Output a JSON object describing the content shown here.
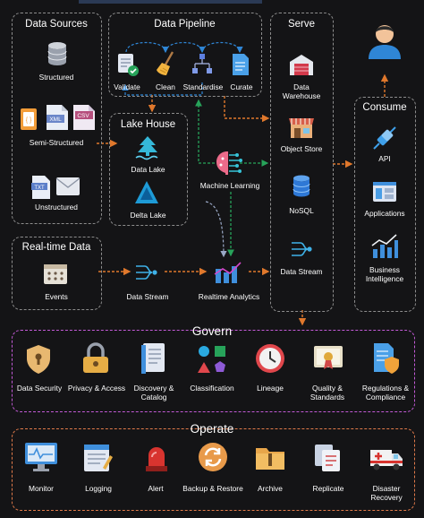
{
  "data_sources": {
    "title": "Data Sources",
    "structured": "Structured",
    "semi_structured": "Semi-Structured",
    "unstructured": "Unstructured",
    "file_badges": [
      "XML",
      "CSV",
      "TXT"
    ]
  },
  "pipeline": {
    "title": "Data Pipeline",
    "steps": [
      "Validate",
      "Clean",
      "Standardise",
      "Curate"
    ]
  },
  "lake_house": {
    "title": "Lake House",
    "items": [
      "Data Lake",
      "Delta Lake"
    ]
  },
  "machine_learning": "Machine Learning",
  "serve": {
    "title": "Serve",
    "items": [
      "Data\nWarehouse",
      "Object Store",
      "NoSQL",
      "Data Stream"
    ]
  },
  "consume": {
    "title": "Consume",
    "items": [
      "API",
      "Applications",
      "Business\nIntelligence"
    ]
  },
  "realtime": {
    "title": "Real-time Data",
    "events": "Events",
    "stream": "Data Stream",
    "analytics": "Realtime Analytics"
  },
  "govern": {
    "title": "Govern",
    "items": [
      "Data Security",
      "Privacy & Access",
      "Discovery &\nCatalog",
      "Classification",
      "Lineage",
      "Quality &\nStandards",
      "Regulations &\nCompliance"
    ]
  },
  "operate": {
    "title": "Operate",
    "items": [
      "Monitor",
      "Logging",
      "Alert",
      "Backup & Restore",
      "Archive",
      "Replicate",
      "Disaster\nRecovery"
    ]
  },
  "colors": {
    "background": "#141416",
    "pipeline_arrows": "#2f86d6",
    "flow_arrows": "#e0782c",
    "ml_arrows": "#27a35a",
    "govern_border": "#c25ad6",
    "operate_border": "#e07a4a"
  }
}
